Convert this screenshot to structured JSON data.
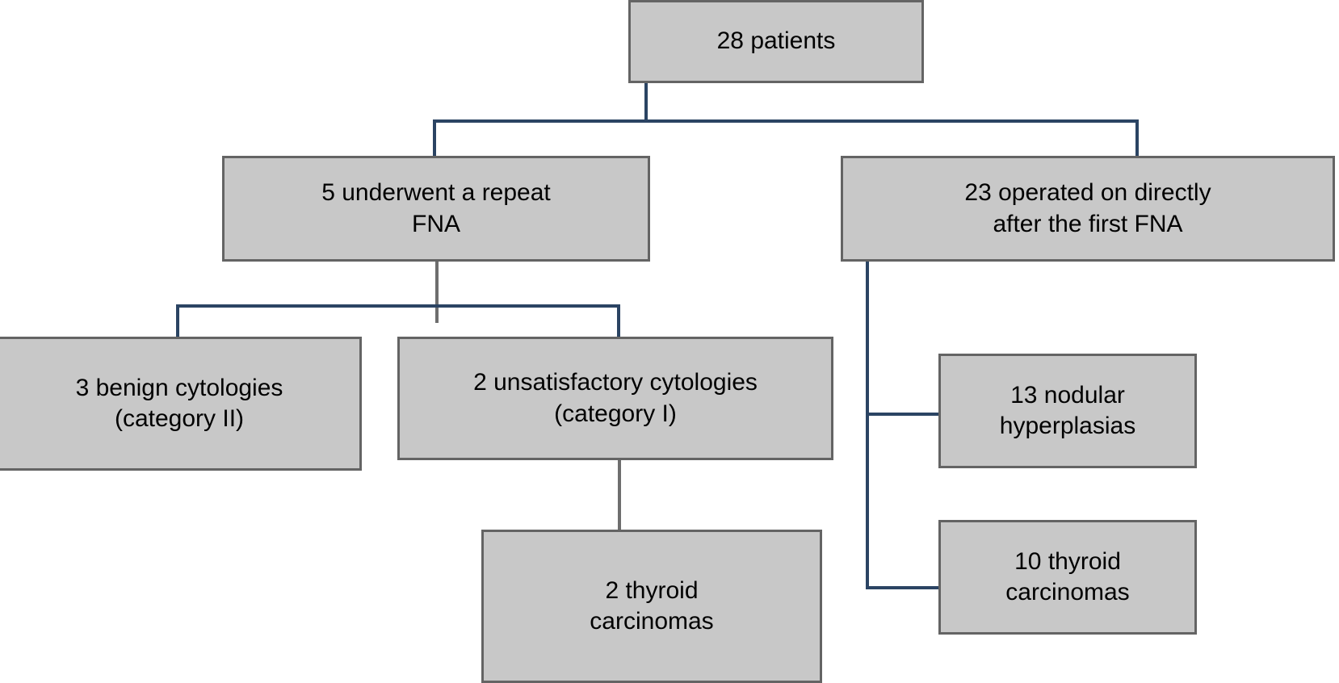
{
  "diagram": {
    "title": "Thyroid FNA patient flowchart",
    "type": "flowchart",
    "style": {
      "node_fill": "#c8c8c8",
      "node_border": "#646464",
      "connector_color": "#2b4463",
      "connector_color_secondary": "#6e6e6e",
      "background": "#ffffff"
    },
    "nodes": [
      {
        "id": "root",
        "label": "28 patients",
        "font_size": 30
      },
      {
        "id": "repeat_fna",
        "label": "5 underwent a repeat\nFNA",
        "font_size": 30
      },
      {
        "id": "direct_op",
        "label": "23 operated on directly\nafter the first FNA",
        "font_size": 30
      },
      {
        "id": "benign",
        "label": "3 benign cytologies\n(category II)",
        "font_size": 30
      },
      {
        "id": "unsat",
        "label": "2 unsatisfactory cytologies\n(category I)",
        "font_size": 30
      },
      {
        "id": "nodular",
        "label": "13 nodular\nhyperplasias",
        "font_size": 30
      },
      {
        "id": "ca2",
        "label": "2 thyroid\ncarcinomas",
        "font_size": 30
      },
      {
        "id": "ca10",
        "label": "10 thyroid\ncarcinomas",
        "font_size": 30
      }
    ],
    "edges": [
      {
        "from": "root",
        "to": "repeat_fna"
      },
      {
        "from": "root",
        "to": "direct_op"
      },
      {
        "from": "repeat_fna",
        "to": "benign"
      },
      {
        "from": "repeat_fna",
        "to": "unsat"
      },
      {
        "from": "unsat",
        "to": "ca2"
      },
      {
        "from": "direct_op",
        "to": "nodular"
      },
      {
        "from": "direct_op",
        "to": "ca10"
      }
    ]
  }
}
